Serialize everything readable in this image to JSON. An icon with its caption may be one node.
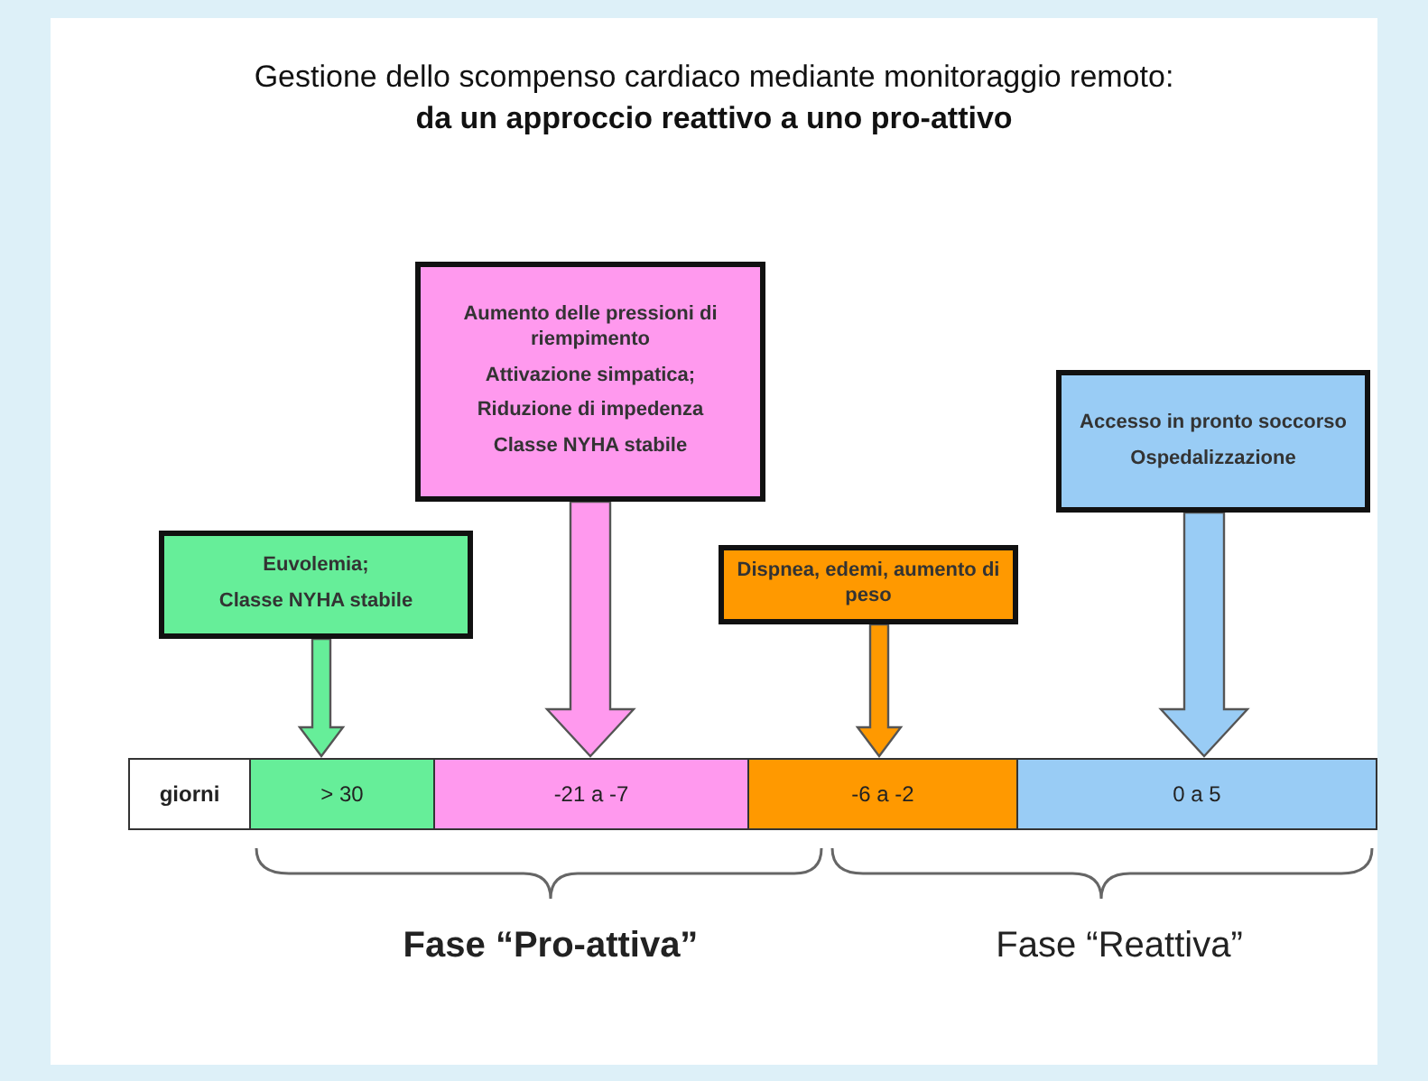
{
  "diagram": {
    "title": "Gestione dello scompenso cardiaco mediante monitoraggio remoto:",
    "nodes": [
      {
        "text": [
          "Euvolemia;",
          "Classe NYHA stabile"
        ]
      },
      {
        "text": [
          "Aumento delle pressioni di riempimento",
          "Attivazione simpatica;",
          "Riduzione di impedenza",
          "Classe NYHA stabile"
        ]
      },
      {
        "text": [
          "Dispnea, edemi, aumento di peso"
        ]
      },
      {
        "text": [
          "Accesso in pronto soccorso",
          "Ospedalizzazione"
        ]
      },
      {
        "text": [
          "giorni"
        ]
      },
      {
        "text": [
          "> 30"
        ]
      },
      {
        "text": [
          "-21 a -7"
        ]
      },
      {
        "text": [
          "-6 a -2"
        ]
      },
      {
        "text": [
          "0 a 5"
        ]
      }
    ],
    "edges": [
      {
        "from": 0,
        "to": 5,
        "arrow": "to",
        "color": "#66ee99"
      },
      {
        "from": 1,
        "to": 6,
        "arrow": "to",
        "style": "thick",
        "color": "#ff99ee"
      },
      {
        "from": 2,
        "to": 7,
        "arrow": "to",
        "color": "#ff9900"
      },
      {
        "from": 3,
        "to": 8,
        "arrow": "to",
        "style": "thick",
        "color": "#99ccf5"
      }
    ],
    "labels": [
      "da un approccio reattivo a uno pro-attivo",
      "Fase “Pro-attiva”",
      "Fase “Reattiva”"
    ]
  }
}
